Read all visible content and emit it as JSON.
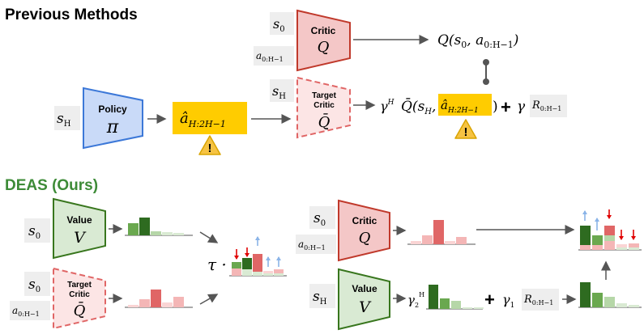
{
  "sections": {
    "previous": "Previous Methods",
    "deas": "DEAS (Ours)"
  },
  "blocks": {
    "critic_title": "Critic",
    "critic_symbol": "Q",
    "target_critic_line1": "Target",
    "target_critic_line2": "Critic",
    "target_symbol": "Q̄",
    "policy_title": "Policy",
    "policy_symbol": "π",
    "value_title": "Value",
    "value_symbol": "V",
    "target_critic_q": "Q"
  },
  "inputs": {
    "s0": "s",
    "s0_sub": "0",
    "sH": "s",
    "sH_sub": "H",
    "a": "a",
    "a_sub": "0:H−1"
  },
  "previous_terms": {
    "q_output": "Q(s",
    "q_output_sub": "0",
    "q_output_mid": ", a",
    "q_output_sub2": "0:H−1",
    "q_output_end": ")",
    "action_hat": "â",
    "action_sub": "H:2H−1",
    "gamma": "γ",
    "gamma_sup": "H",
    "qbar": "Q̄(s",
    "qbar_sub": "H",
    "qbar_comma": ",",
    "plus": "+",
    "gamma2": "γ",
    "reward": "R",
    "reward_sub": "0:H−1"
  },
  "deas_terms": {
    "tau": "τ ·",
    "gamma2": "γ",
    "gamma2_sub": "2",
    "gamma2_sup": "H",
    "plus": "+",
    "gamma1": "γ",
    "gamma1_sub": "1",
    "reward": "R",
    "reward_sub": "0:H−1"
  },
  "warning_symbol": "!",
  "colors": {
    "critic_fill": "#f4c7c7",
    "critic_stroke": "#c0392b",
    "policy_fill": "#c9daf8",
    "policy_stroke": "#3c78d8",
    "value_fill": "#d9ead3",
    "value_stroke": "#38761d",
    "target_fill": "#fce5e5",
    "highlight": "#ffcc00",
    "input_bg": "#eeeeee",
    "deas_green": "#3d8b37",
    "dark_green": "#2e6b20",
    "mid_green": "#6aa84f",
    "light_green": "#b6d7a8",
    "pale_green": "#d9ead3",
    "red_bar": "#e06666",
    "pink_bar": "#f4b6b6",
    "pale_pink": "#fad4d4",
    "arrow_red": "#e00000",
    "arrow_blue": "#8ab4e8",
    "warn": "#f6c343"
  },
  "icons": [
    "warning-icon",
    "arrow-right-icon",
    "up-arrow-icon",
    "down-arrow-icon"
  ]
}
